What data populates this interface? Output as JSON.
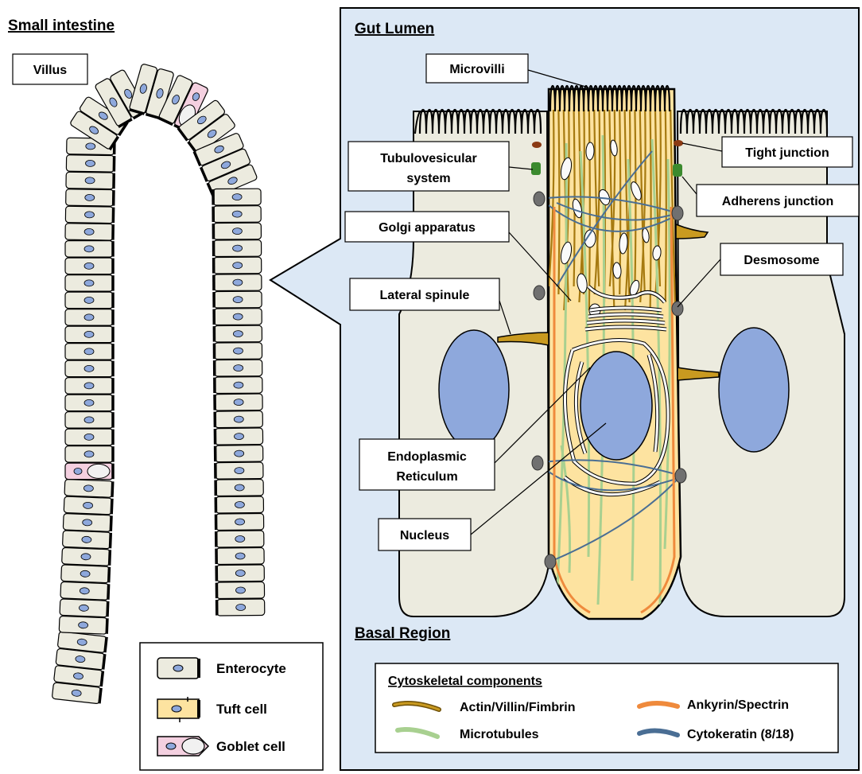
{
  "left_panel": {
    "title": "Small intestine",
    "villus_label": "Villus"
  },
  "right_panel": {
    "top_title": "Gut Lumen",
    "bottom_title": "Basal Region"
  },
  "labels": {
    "microvilli": "Microvilli",
    "tubulo_line1": "Tubulovesicular",
    "tubulo_line2": "system",
    "golgi": "Golgi apparatus",
    "lateral_spinule": "Lateral spinule",
    "er_line1": "Endoplasmic",
    "er_line2": "Reticulum",
    "nucleus": "Nucleus",
    "tight_junction": "Tight junction",
    "adherens_junction": "Adherens junction",
    "desmosome": "Desmosome"
  },
  "cell_legend": {
    "enterocyte": "Enterocyte",
    "tuft": "Tuft cell",
    "goblet": "Goblet cell"
  },
  "cyto_legend": {
    "title": "Cytoskeletal components",
    "actin": "Actin/Villin/Fimbrin",
    "microtubules": "Microtubules",
    "ankyrin": "Ankyrin/Spectrin",
    "cytokeratin": "Cytokeratin (8/18)"
  },
  "colors": {
    "panel_bg": "#dce8f5",
    "enterocyte": "#ecebdf",
    "tuft": "#fde3a0",
    "goblet": "#f4d0e0",
    "nucleus": "#8ea8dc",
    "actin": "#a67a10",
    "microtubule": "#a8d090",
    "ankyrin": "#ef8a3c",
    "cytokeratin": "#4a6e94",
    "junction": "#707070",
    "tight": "#8b3a14",
    "adherens": "#3b8a2e"
  }
}
